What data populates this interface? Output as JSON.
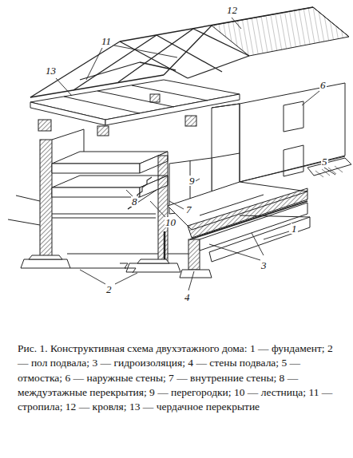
{
  "diagram": {
    "caption": "Рис. 1. Конструктивная схема двухэтажного дома: 1 — фундамент; 2 — пол подвала; 3 — гидроизоляция; 4 — стены подвала; 5 — отмостка; 6 — наружные стены; 7 — внутренние стены; 8 — междуэтажные перекрытия; 9 — перегородки; 10 — лестница; 11 — стропила; 12 — кровля; 13 — чердачное перекрытие",
    "labels": [
      "12",
      "11",
      "13",
      "6",
      "5",
      "9",
      "8",
      "7",
      "10",
      "1",
      "3",
      "2",
      "4"
    ]
  }
}
